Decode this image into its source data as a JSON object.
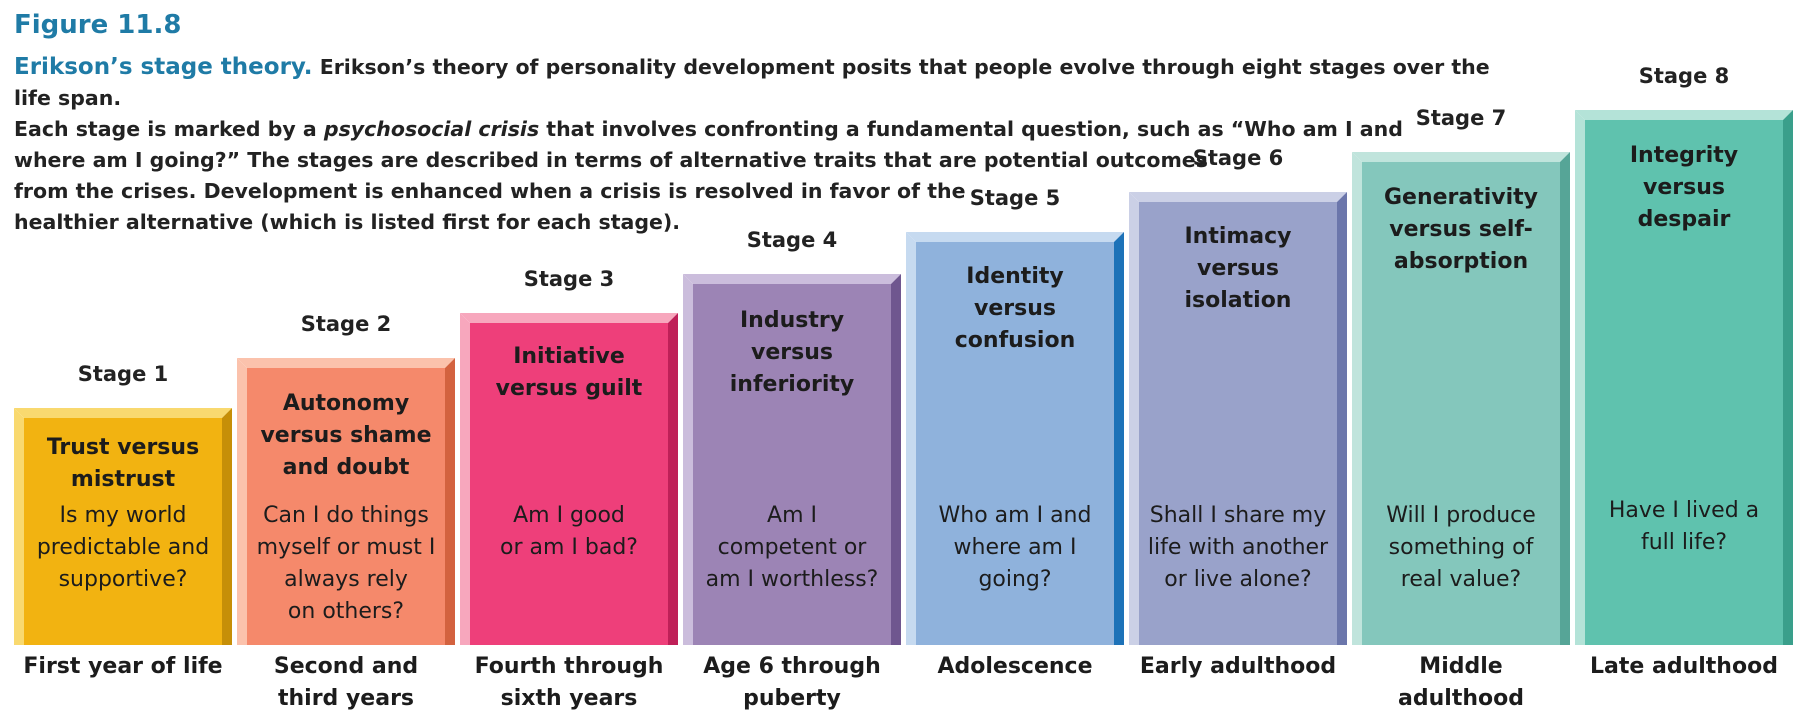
{
  "figure": {
    "number": "Figure 11.8",
    "caption_lead": "Erikson’s stage theory.",
    "caption_lines": [
      "Erikson’s theory of personality development posits that people evolve through eight stages over the life span.",
      "Each stage is marked by a ",
      "psychosocial crisis",
      " that involves confronting a fundamental question, such as “Who am I and",
      "where am I going?” The stages are described in terms of alternative traits that are potential outcomes",
      "from the crises. Development is enhanced when a crisis is resolved in favor of the",
      "healthier alternative (which is listed first for each stage)."
    ]
  },
  "stages": [
    {
      "label": "Stage 1",
      "crisis": [
        "Trust versus",
        "mistrust"
      ],
      "question": [
        "Is my world",
        "predictable and",
        "supportive?"
      ],
      "age": [
        "First year of life"
      ],
      "color": "#f2b311",
      "top_color": "#f9d96f",
      "side_color": "#c68f08"
    },
    {
      "label": "Stage 2",
      "crisis": [
        "Autonomy",
        "versus shame",
        "and doubt"
      ],
      "question": [
        "Can I do things",
        "myself or must I",
        "always rely",
        "on others?"
      ],
      "age": [
        "Second and",
        "third years"
      ],
      "color": "#f5896b",
      "top_color": "#fbc2ac",
      "side_color": "#d3623f"
    },
    {
      "label": "Stage 3",
      "crisis": [
        "Initiative",
        "versus guilt"
      ],
      "question": [
        "Am I good",
        "or am I bad?"
      ],
      "age": [
        "Fourth through",
        "sixth years"
      ],
      "color": "#ee3f7a",
      "top_color": "#f7a7bd",
      "side_color": "#bf2058"
    },
    {
      "label": "Stage 4",
      "crisis": [
        "Industry",
        "versus",
        "inferiority"
      ],
      "question": [
        "Am I",
        "competent or",
        "am I worthless?"
      ],
      "age": [
        "Age 6 through",
        "puberty"
      ],
      "color": "#9c84b5",
      "top_color": "#cbbddc",
      "side_color": "#6f568f"
    },
    {
      "label": "Stage 5",
      "crisis": [
        "Identity",
        "versus",
        "confusion"
      ],
      "question": [
        "Who am I and",
        "where am I",
        "going?"
      ],
      "age": [
        "Adolescence"
      ],
      "color": "#8fb2dc",
      "top_color": "#c6daf0",
      "side_color": "#1d72b8"
    },
    {
      "label": "Stage 6",
      "crisis": [
        "Intimacy",
        "versus",
        "isolation"
      ],
      "question": [
        "Shall I share my",
        "life with another",
        "or live alone?"
      ],
      "age": [
        "Early adulthood"
      ],
      "color": "#99a2ca",
      "top_color": "#cbd0e6",
      "side_color": "#6b76ab"
    },
    {
      "label": "Stage 7",
      "crisis": [
        "Generativity",
        "versus self-",
        "absorption"
      ],
      "question": [
        "Will I produce",
        "something of",
        "real value?"
      ],
      "age": [
        "Middle",
        "adulthood"
      ],
      "color": "#84c7bc",
      "top_color": "#c0e4dc",
      "side_color": "#56a597"
    },
    {
      "label": "Stage 8",
      "crisis": [
        "Integrity",
        "versus",
        "despair"
      ],
      "question": [
        "Have I lived a",
        "full life?"
      ],
      "age": [
        "Late adulthood"
      ],
      "color": "#5fc2ae",
      "top_color": "#b4e3d8",
      "side_color": "#3a9f8b"
    }
  ]
}
